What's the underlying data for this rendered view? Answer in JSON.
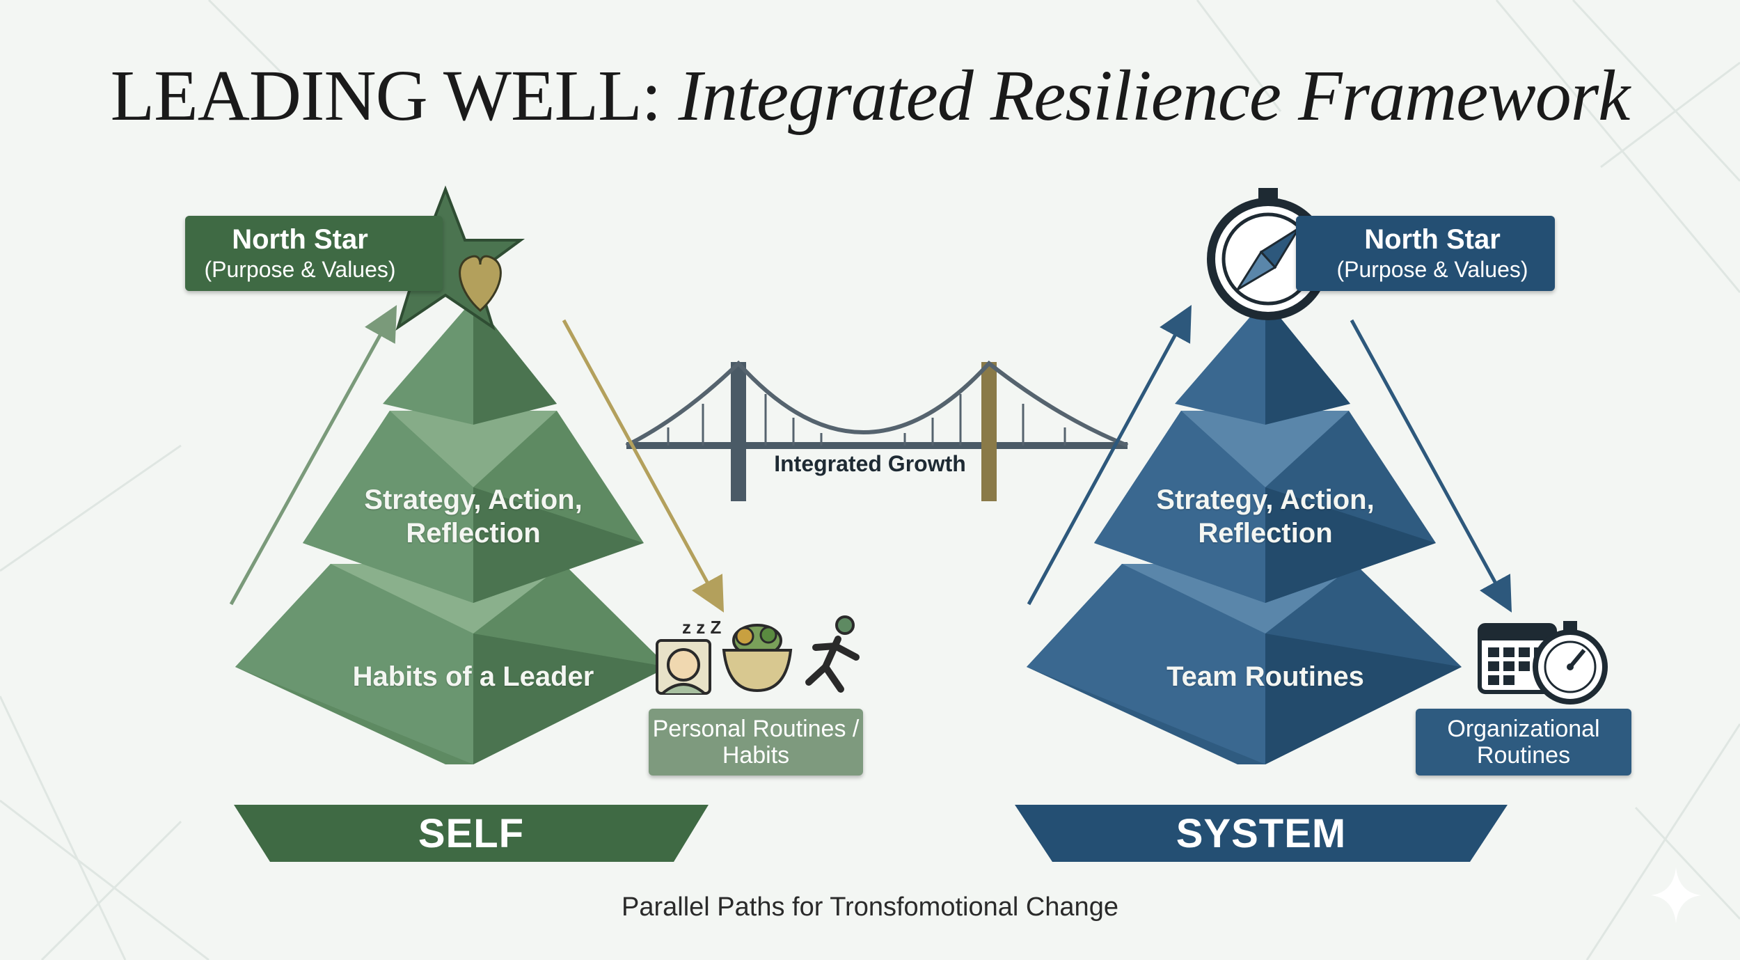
{
  "title": {
    "lead": "LEADING WELL:",
    "sub": "Integrated Resilience Framework"
  },
  "caption": "Parallel Paths for Tronsfomotional Change",
  "bridge_label": "Integrated Growth",
  "self": {
    "north_star": {
      "title": "North Star",
      "sub": "(Purpose & Values)"
    },
    "tier_middle": "Strategy, Action, Reflection",
    "tier_bottom": "Habits of a Leader",
    "routines_box": "Personal Routines / Habits",
    "banner": "SELF",
    "icons": [
      "star-icon",
      "heart-icon",
      "sleeping-person-icon",
      "salad-bowl-icon",
      "running-person-icon"
    ]
  },
  "system": {
    "north_star": {
      "title": "North Star",
      "sub": "(Purpose & Values)"
    },
    "tier_middle": "Strategy, Action, Reflection",
    "tier_bottom": "Team Routines",
    "routines_box": "Organizational Routines",
    "banner": "SYSTEM",
    "icons": [
      "compass-icon",
      "calendar-icon",
      "stopwatch-icon"
    ]
  },
  "colors": {
    "self_green": "#4f7a55",
    "self_dark": "#3a6440",
    "system_blue": "#2e5b80",
    "system_dark": "#1f4a6e",
    "gold": "#b3a05c",
    "background": "#f3f6f3"
  }
}
